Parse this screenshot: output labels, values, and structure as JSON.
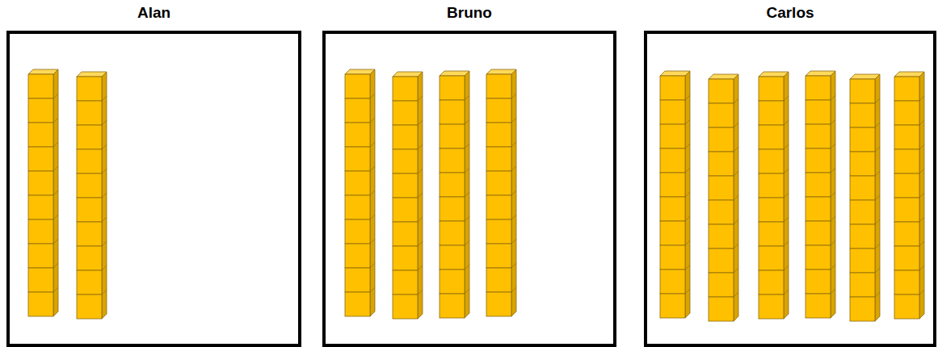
{
  "diagram": {
    "nodes": [
      {
        "text": [
          "Alan"
        ]
      },
      {
        "text": [
          "Bruno"
        ]
      },
      {
        "text": [
          "Carlos"
        ]
      }
    ]
  }
}
